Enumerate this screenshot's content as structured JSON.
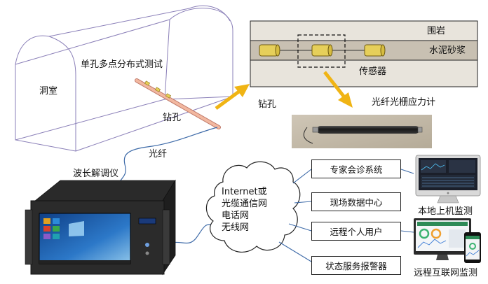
{
  "cavern": {
    "label": "洞室",
    "test_label": "单孔多点分布式测试",
    "borehole_label": "钻孔"
  },
  "inset": {
    "rock_label": "围岩",
    "grout_label": "水泥砂浆",
    "sensor_label": "传感器"
  },
  "arrow_label": "钻孔",
  "sensor_photo_label": "光纤光栅应力计",
  "fiber_label": "光纤",
  "demodulator_label": "波长解调仪",
  "network": {
    "lines": [
      "Internet或",
      "光缆通信网",
      "电话网",
      "无线网"
    ]
  },
  "services": [
    "专家会诊系统",
    "现场数据中心",
    "远程个人用户",
    "状态服务报警器"
  ],
  "monitor_local_label": "本地上机监测",
  "monitor_remote_label": "远程互联网监测",
  "colors": {
    "arrow": "#f0b414",
    "rock": "#e8e4dc",
    "grout": "#c8c0b2",
    "sensor": "#e6cf5a",
    "borehole": "#f2b8a0"
  }
}
